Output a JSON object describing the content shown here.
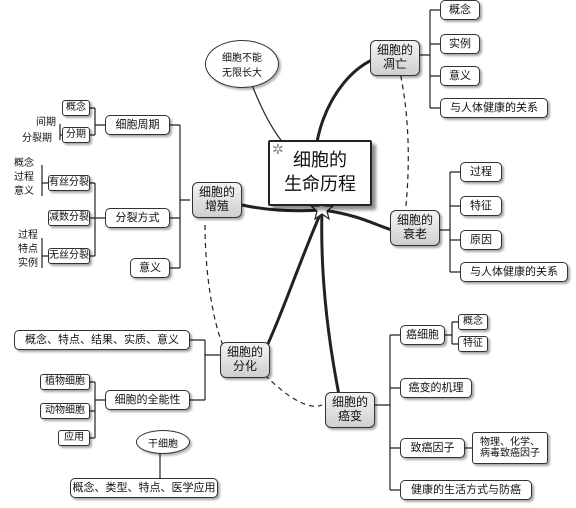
{
  "center": {
    "line1": "细胞的",
    "line2": "生命历程"
  },
  "cloud": "细胞不能\n无限长大",
  "nodes": {
    "death": "细胞的\n凋亡",
    "aging": "细胞的\n衰老",
    "prolif": "细胞的\n增殖",
    "diff": "细胞的\n分化",
    "cancer": "细胞的\n癌变"
  },
  "death_items": [
    "概念",
    "实例",
    "意义",
    "与人体健康的关系"
  ],
  "aging_items": [
    "过程",
    "特征",
    "原因",
    "与人体健康的关系"
  ],
  "prolif": {
    "cycle": "细胞周期",
    "cycle_items": [
      "概念",
      "分期"
    ],
    "phases": [
      "间期",
      "分裂期"
    ],
    "mode": "分裂方式",
    "mitosis": "有丝分裂",
    "mitosis_items": [
      "概念",
      "过程",
      "意义"
    ],
    "meiosis": "减数分裂",
    "amitosis": "无丝分裂",
    "amitosis_items": [
      "过程",
      "特点",
      "实例"
    ],
    "meaning": "意义"
  },
  "diff": {
    "top": "概念、特点、结果、实质、意义",
    "totipotency": "细胞的全能性",
    "cells": [
      "植物细胞",
      "动物细胞",
      "应用"
    ],
    "stem_cloud": "干细胞",
    "stem_items": "概念、类型、特点、医学应用"
  },
  "cancer": {
    "cells": "癌细胞",
    "cell_items": [
      "概念",
      "特征"
    ],
    "mechanism": "癌变的机理",
    "factors": "致癌因子",
    "factor_detail": "物理、化学、\n病毒致癌因子",
    "lifestyle": "健康的生活方式与防癌"
  }
}
